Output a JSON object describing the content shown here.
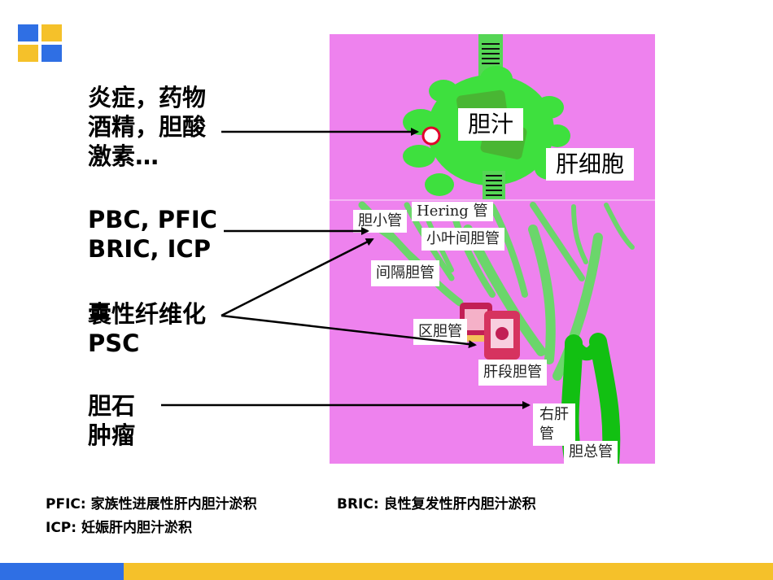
{
  "causes": {
    "group1": [
      "炎症，药物",
      "酒精，胆酸",
      "激素…"
    ],
    "group2": [
      "PBC, PFIC",
      "BRIC, ICP"
    ],
    "group3": [
      "囊性纤维化",
      "PSC"
    ],
    "group4": [
      "胆石",
      "肿瘤"
    ]
  },
  "labels": {
    "bile": "胆汁",
    "hepatocyte": "肝细胞",
    "canaliculus": "胆小管",
    "hering": "Hering  管",
    "interlobular": "小叶间胆管",
    "septal": "间隔胆管",
    "area": "区胆管",
    "segmental": "肝段胆管",
    "right_hepatic": [
      "右肝",
      "管"
    ],
    "common": "胆总管"
  },
  "footnotes": {
    "pfic": "PFIC:  家族性进展性肝内胆汁淤积",
    "bric": "BRIC:  良性复发性肝内胆汁淤积",
    "icp": "ICP: 妊娠肝内胆汁淤积"
  },
  "colors": {
    "panel": "#ee82ee",
    "duct": "#4ecb4e",
    "dark_duct": "#12c012",
    "logo_blue": "#2f6fe4",
    "logo_yellow": "#f5c12a"
  }
}
